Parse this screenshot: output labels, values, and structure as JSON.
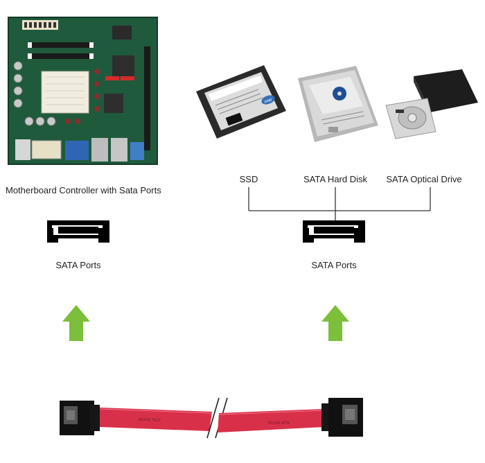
{
  "motherboard": {
    "caption": "Motherboard Controller with Sata Ports"
  },
  "devices": [
    {
      "label": "SSD"
    },
    {
      "label": "SATA Hard Disk"
    },
    {
      "label": "SATA Optical Drive"
    }
  ],
  "left_port": {
    "label": "SATA Ports"
  },
  "right_port": {
    "label": "SATA Ports"
  },
  "ssd_text": {
    "brand": "intel"
  },
  "cable": {
    "text_left": "ATA  Serial",
    "text_right": "Serial  ATA"
  },
  "colors": {
    "arrow": "#7cbf3a",
    "cable": "#d9304a",
    "board": "#1f5a3c"
  },
  "icons": [
    "motherboard-image",
    "ssd-image",
    "hard-disk-image",
    "optical-drive-image",
    "sata-port-icon",
    "arrow-up-icon",
    "sata-cable-image"
  ]
}
